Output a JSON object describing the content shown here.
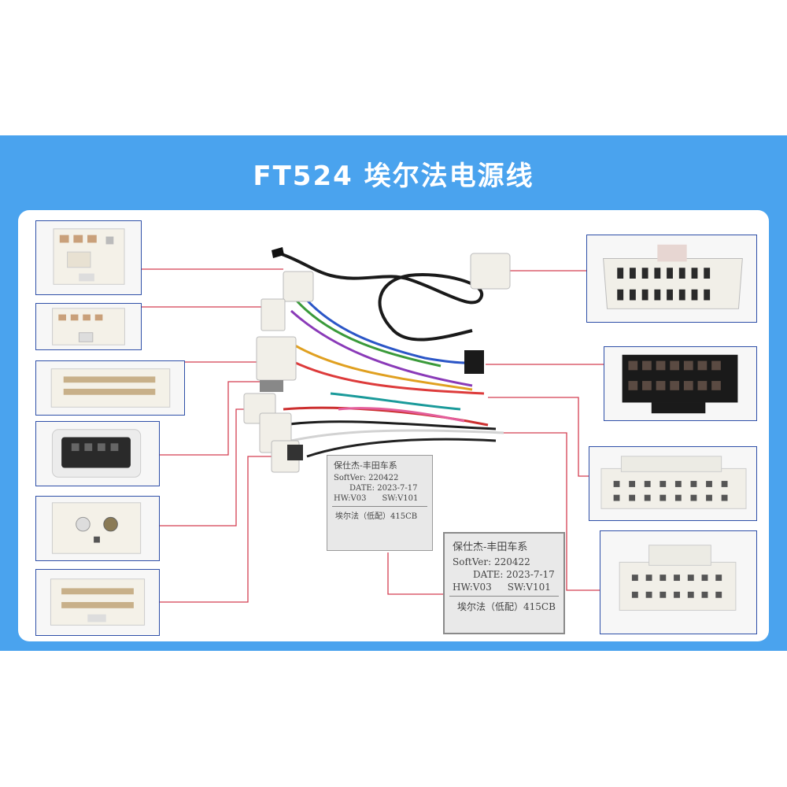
{
  "title": "FT524 埃尔法电源线",
  "colors": {
    "banner": "#4aa3ee",
    "box_border": "#2e4fa8",
    "leader_line": "#d43f52"
  },
  "module_labels": [
    {
      "line1": "保仕杰-丰田车系",
      "line2": "SoftVer: 220422",
      "line3": "DATE: 2023-7-17",
      "hw": "HW:V03",
      "sw": "SW:V101",
      "line5": "埃尔法（低配）415CB"
    },
    {
      "line1": "保仕杰-丰田车系",
      "line2": "SoftVer: 220422",
      "line3": "DATE: 2023-7-17",
      "hw": "HW:V03",
      "sw": "SW:V101",
      "line5": "埃尔法（低配）415CB"
    }
  ]
}
